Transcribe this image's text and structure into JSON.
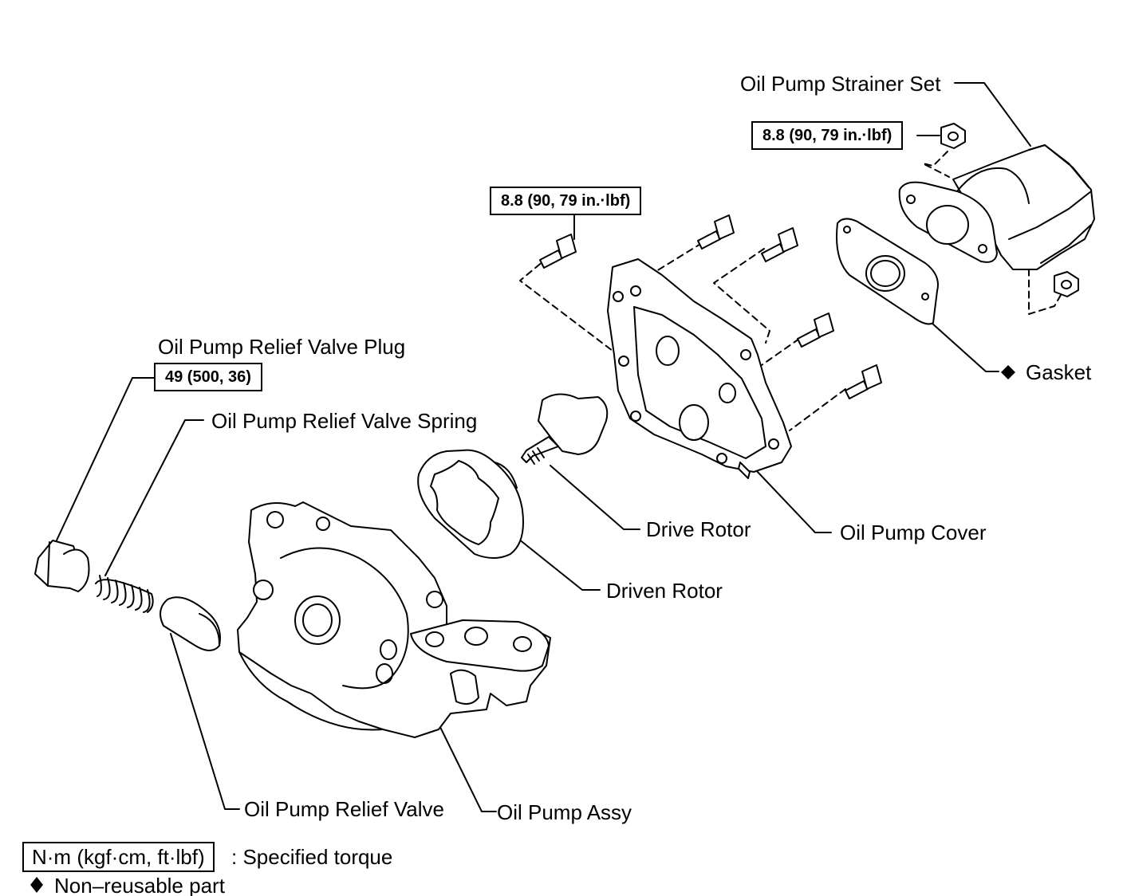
{
  "labels": {
    "strainer_set": "Oil Pump Strainer Set",
    "gasket": "Gasket",
    "relief_valve_plug": "Oil Pump Relief Valve Plug",
    "relief_valve_spring": "Oil Pump Relief Valve Spring",
    "drive_rotor": "Drive Rotor",
    "oil_pump_cover": "Oil Pump Cover",
    "driven_rotor": "Driven Rotor",
    "relief_valve": "Oil Pump Relief Valve",
    "oil_pump_assy": "Oil Pump Assy"
  },
  "torque": {
    "strainer_bolt": "8.8 (90, 79 in.·lbf)",
    "cover_bolt": "8.8 (90, 79 in.·lbf)",
    "relief_plug": "49 (500, 36)"
  },
  "legend": {
    "torque_unit": "N·m (kgf·cm, ft·lbf)",
    "torque_desc": ": Specified torque",
    "nonreusable_symbol": "◆",
    "nonreusable_desc": "Non–reusable part"
  }
}
